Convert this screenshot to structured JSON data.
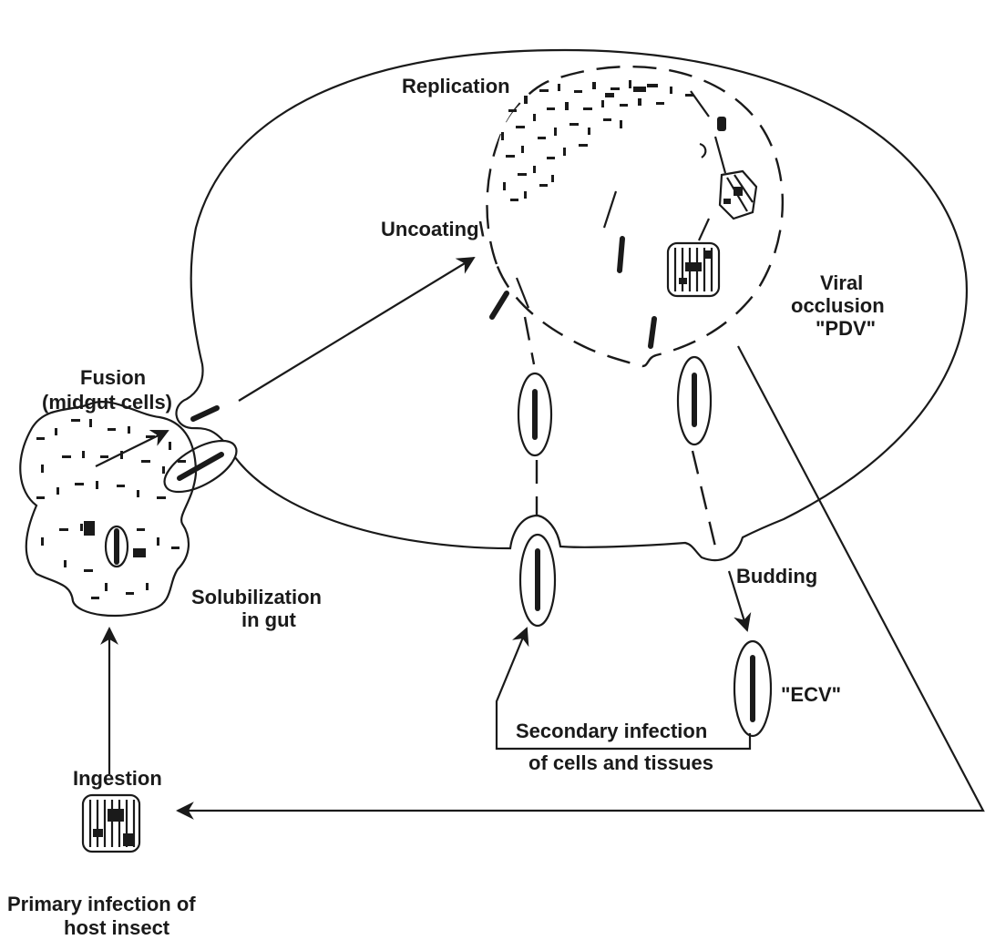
{
  "labels": {
    "replication": "Replication",
    "uncoating": "Uncoating\\",
    "viral_occlusion_1": "Viral",
    "viral_occlusion_2": "occlusion",
    "viral_occlusion_3": "\"PDV\"",
    "fusion_1": "Fusion",
    "fusion_2": "(midgut cells)",
    "solubilization_1": "Solubilization",
    "solubilization_2": "in gut",
    "budding": "Budding",
    "ecv": "\"ECV\"",
    "secondary_1": "Secondary infection",
    "secondary_2": "of cells and tissues",
    "ingestion": "Ingestion",
    "primary_1": "Primary infection of",
    "primary_2": "host insect"
  },
  "colors": {
    "ink": "#1a1a1a",
    "paper": "#ffffff"
  }
}
